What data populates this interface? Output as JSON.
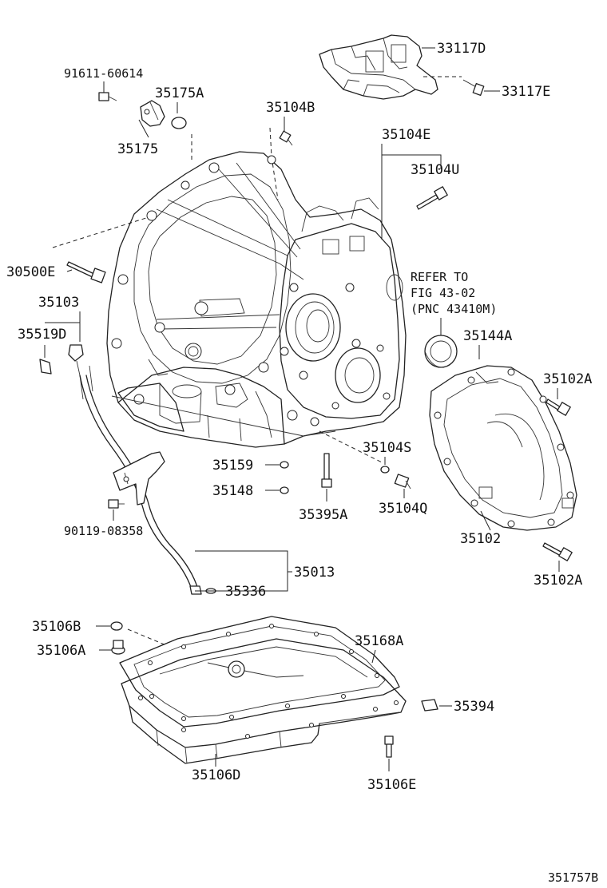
{
  "diagram": {
    "reference_note": {
      "line1": "REFER TO",
      "line2": "FIG 43-02",
      "line3": "(PNC 43410M)"
    },
    "figure_id": "351757B",
    "labels": {
      "p33117D": "33117D",
      "p33117E": "33117E",
      "p91611": "91611-60614",
      "p35175A": "35175A",
      "p35175": "35175",
      "p35104B": "35104B",
      "p35104E": "35104E",
      "p35104U": "35104U",
      "p30500E": "30500E",
      "p35103": "35103",
      "p35519D": "35519D",
      "p35144A": "35144A",
      "p35102A_top": "35102A",
      "p35104S": "35104S",
      "p35159": "35159",
      "p35148": "35148",
      "p35395A": "35395A",
      "p35104Q": "35104Q",
      "p90119": "90119-08358",
      "p35102": "35102",
      "p35102A_bot": "35102A",
      "p35013": "35013",
      "p35336": "35336",
      "p35106B": "35106B",
      "p35106A": "35106A",
      "p35168A": "35168A",
      "p35394": "35394",
      "p35106D": "35106D",
      "p35106E": "35106E"
    }
  }
}
